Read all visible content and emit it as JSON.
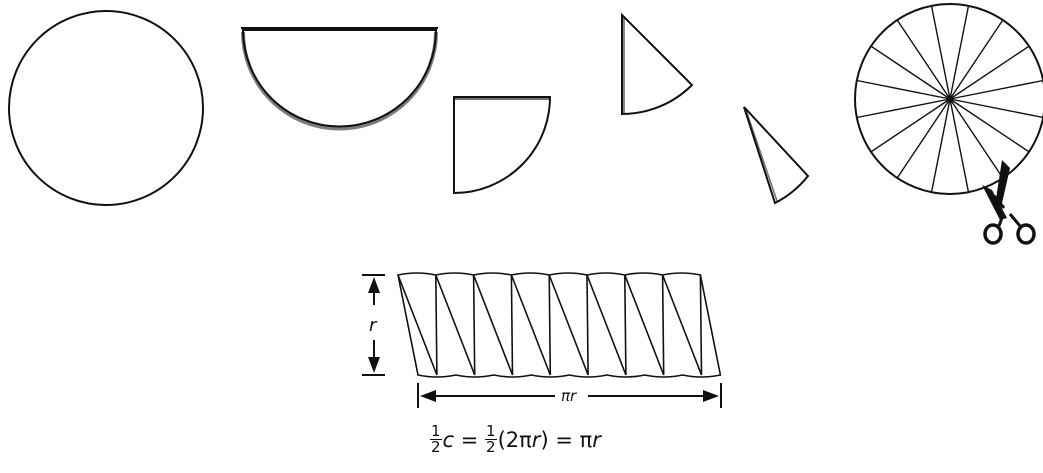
{
  "diagram": {
    "radius_label": "r",
    "length_label": "πr",
    "formula": {
      "frac_numerator": "1",
      "frac_denominator": "2",
      "part1_var": "c",
      "part2_eq": " = ",
      "part3_open": "(2π",
      "part3_var": "r",
      "part3_close": ")",
      "part4_eq": " = π",
      "part4_var": "r"
    }
  }
}
